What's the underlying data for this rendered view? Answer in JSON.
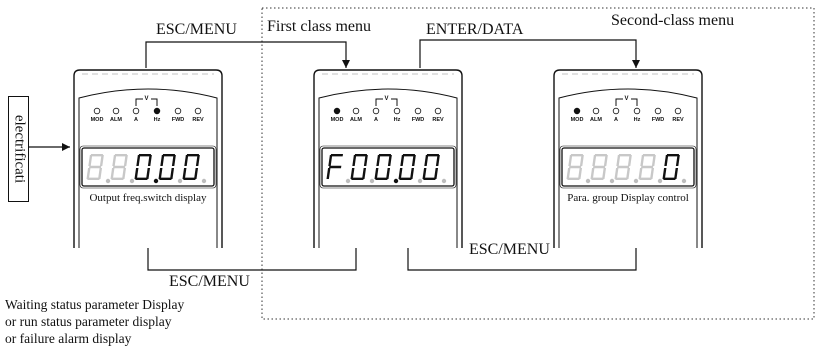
{
  "panels": [
    {
      "id": "output",
      "leds": {
        "MOD": false,
        "ALM": false,
        "A": false,
        "Hz": true,
        "FWD": false,
        "REV": false
      },
      "display": [
        {
          "ch": "8",
          "dim": true,
          "dp": false
        },
        {
          "ch": "8",
          "dim": true,
          "dp": false
        },
        {
          "ch": "0",
          "dim": false,
          "dp": true
        },
        {
          "ch": "0",
          "dim": false,
          "dp": false
        },
        {
          "ch": "0",
          "dim": false,
          "dp": false
        }
      ],
      "caption": "Output freq.switch display"
    },
    {
      "id": "first-class",
      "leds": {
        "MOD": true,
        "ALM": false,
        "A": false,
        "Hz": false,
        "FWD": false,
        "REV": false
      },
      "display": [
        {
          "ch": "F",
          "dim": false,
          "dp": false
        },
        {
          "ch": "0",
          "dim": false,
          "dp": false
        },
        {
          "ch": "0",
          "dim": false,
          "dp": true
        },
        {
          "ch": "0",
          "dim": false,
          "dp": false
        },
        {
          "ch": "0",
          "dim": false,
          "dp": false
        }
      ],
      "caption": ""
    },
    {
      "id": "second-class",
      "leds": {
        "MOD": true,
        "ALM": false,
        "A": false,
        "Hz": false,
        "FWD": false,
        "REV": false
      },
      "display": [
        {
          "ch": "8",
          "dim": true,
          "dp": false
        },
        {
          "ch": "8",
          "dim": true,
          "dp": false
        },
        {
          "ch": "8",
          "dim": true,
          "dp": false
        },
        {
          "ch": "8",
          "dim": true,
          "dp": false
        },
        {
          "ch": "0",
          "dim": false,
          "dp": false
        }
      ],
      "caption": "Para. group Display control"
    }
  ],
  "led_labels": [
    "MOD",
    "ALM",
    "A",
    "Hz",
    "FWD",
    "REV"
  ],
  "voltage_mark": "V",
  "labels": {
    "electrification": "electrificati",
    "esc_menu_top": "ESC/MENU",
    "first_class_menu": "First class menu",
    "enter_data": "ENTER/DATA",
    "second_class_menu": "Second-class menu",
    "esc_menu_bottom_right": "ESC/MENU",
    "esc_menu_bottom_left": "ESC/MENU"
  },
  "status_notes": [
    "Waiting status parameter Display",
    "or run status parameter display",
    "or failure alarm display"
  ],
  "colors": {
    "led_on": "#111111",
    "segment_on": "#111111",
    "segment_dim": "#c8c8c8",
    "dot": "#bdbdbd"
  }
}
